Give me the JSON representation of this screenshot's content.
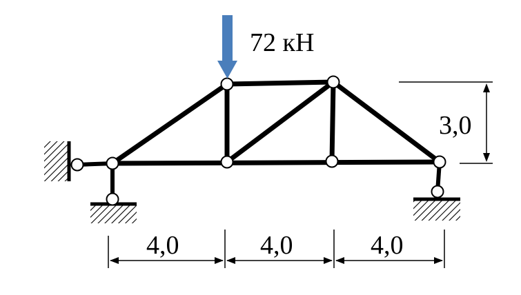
{
  "load": {
    "label": "72 кН",
    "color": "#4a7ebb"
  },
  "dimensions": {
    "spans": [
      "4,0",
      "4,0",
      "4,0"
    ],
    "height": "3,0"
  },
  "colors": {
    "member": "#000000",
    "joint_fill": "#ffffff",
    "hatch": "#000000"
  }
}
